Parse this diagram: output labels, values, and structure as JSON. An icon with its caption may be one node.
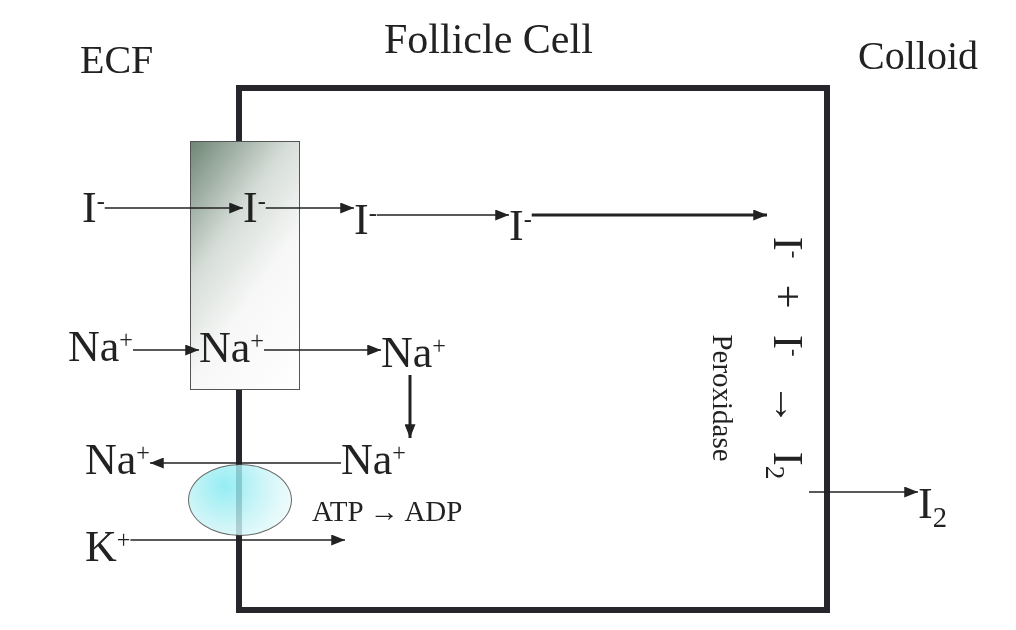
{
  "diagram": {
    "nodes": [
      {
        "text": [
          "Follicle Cell"
        ]
      },
      {
        "text": [],
        "shape": "box"
      },
      {
        "text": [],
        "shape": "circle"
      },
      {
        "text": [
          "I$^{-}$"
        ]
      },
      {
        "text": [
          "I$^{-}$"
        ]
      },
      {
        "text": [
          "I$^{-}$"
        ],
        "in": 0
      },
      {
        "text": [
          "I$^{-}$"
        ],
        "in": 0
      },
      {
        "text": [
          "Na$^{+}$"
        ]
      },
      {
        "text": [
          "Na$^{+}$"
        ],
        "in": 1
      },
      {
        "text": [
          "Na$^{+}$"
        ],
        "in": 0
      },
      {
        "text": [
          "Na$^{+}$"
        ],
        "in": 0
      },
      {
        "text": [
          "Na$^{+}$"
        ]
      },
      {
        "text": [
          "K$^{+}$"
        ]
      },
      {
        "text": [
          "I$^{-}$ + I$^{-}$ → I$_{2}$"
        ],
        "in": 0
      },
      {
        "text": [
          "I$_{2}$"
        ]
      }
    ],
    "edges": [
      {
        "from": 3,
        "to": 4,
        "arrow": "to"
      },
      {
        "from": 4,
        "to": 5,
        "arrow": "to"
      },
      {
        "from": 5,
        "to": 6,
        "arrow": "to"
      },
      {
        "from": 6,
        "to": 13,
        "arrow": "to",
        "style": "thick"
      },
      {
        "from": 7,
        "to": 8,
        "arrow": "to"
      },
      {
        "from": 8,
        "to": 9,
        "arrow": "to"
      },
      {
        "from": 9,
        "to": 10,
        "arrow": "to",
        "style": "thick"
      },
      {
        "from": 10,
        "to": 11,
        "arrow": "to"
      },
      {
        "from": 12,
        "to": null,
        "arrow": "to"
      },
      {
        "from": 13,
        "to": 14,
        "arrow": "to"
      }
    ],
    "labels": [
      "ECF",
      "Colloid",
      "ATP → ADP",
      "Peroxidase"
    ]
  }
}
